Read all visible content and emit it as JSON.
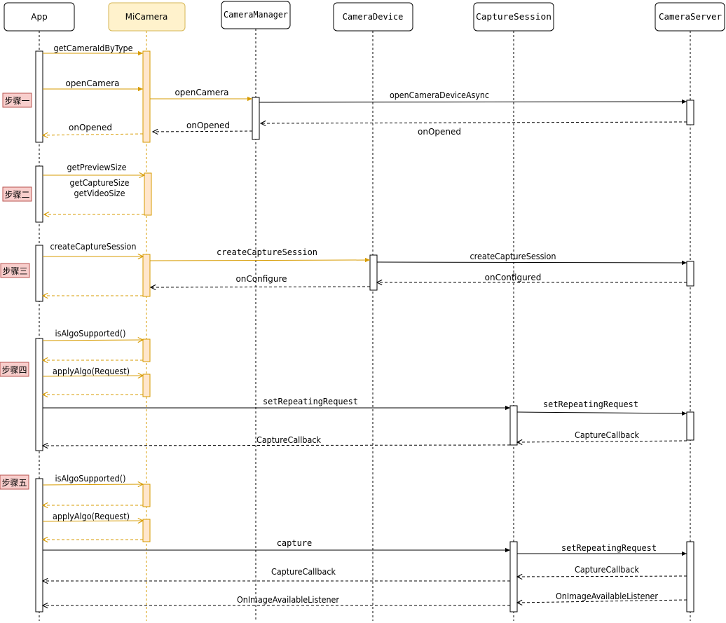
{
  "participants": [
    {
      "id": "app",
      "label": "App"
    },
    {
      "id": "micamera",
      "label": "MiCamera"
    },
    {
      "id": "cameramanager",
      "label": "CameraManager"
    },
    {
      "id": "cameradevice",
      "label": "CameraDevice"
    },
    {
      "id": "capturesession",
      "label": "CaptureSession"
    },
    {
      "id": "cameraserver",
      "label": "CameraServer"
    }
  ],
  "steps": [
    {
      "id": "step1",
      "label": "步骤一"
    },
    {
      "id": "step2",
      "label": "步骤二"
    },
    {
      "id": "step3",
      "label": "步骤三"
    },
    {
      "id": "step4",
      "label": "步骤四"
    },
    {
      "id": "step5",
      "label": "步骤五"
    }
  ],
  "messages": [
    {
      "id": "m1",
      "label": "getCameraIdByType"
    },
    {
      "id": "m2",
      "label": "openCamera"
    },
    {
      "id": "m3",
      "label": "openCamera"
    },
    {
      "id": "m4",
      "label": "openCameraDeviceAsync"
    },
    {
      "id": "m5",
      "label": "onOpened"
    },
    {
      "id": "m6",
      "label": "onOpened"
    },
    {
      "id": "m7",
      "label": "onOpened"
    },
    {
      "id": "m8",
      "label": "getPreviewSize"
    },
    {
      "id": "m9",
      "label": "getCaptureSize"
    },
    {
      "id": "m10",
      "label": "getVideoSize"
    },
    {
      "id": "m11",
      "label": ""
    },
    {
      "id": "m12",
      "label": "createCaptureSession"
    },
    {
      "id": "m13",
      "label": "createCaptureSession"
    },
    {
      "id": "m14",
      "label": "createCaptureSession"
    },
    {
      "id": "m15",
      "label": "onConfigured"
    },
    {
      "id": "m16",
      "label": "onConfigure"
    },
    {
      "id": "m17",
      "label": ""
    },
    {
      "id": "m18",
      "label": "isAlgoSupported()"
    },
    {
      "id": "m19",
      "label": ""
    },
    {
      "id": "m20",
      "label": "applyAlgo(Request)"
    },
    {
      "id": "m21",
      "label": ""
    },
    {
      "id": "m22",
      "label": "setRepeatingRequest"
    },
    {
      "id": "m23",
      "label": "setRepeatingRequest"
    },
    {
      "id": "m24",
      "label": "CaptureCallback"
    },
    {
      "id": "m25",
      "label": "CaptureCallback"
    },
    {
      "id": "m26",
      "label": "isAlgoSupported()"
    },
    {
      "id": "m27",
      "label": ""
    },
    {
      "id": "m28",
      "label": "applyAlgo(Request)"
    },
    {
      "id": "m29",
      "label": ""
    },
    {
      "id": "m30",
      "label": "capture"
    },
    {
      "id": "m31",
      "label": "setRepeatingRequest"
    },
    {
      "id": "m32",
      "label": "CaptureCallback"
    },
    {
      "id": "m33",
      "label": "CaptureCallback"
    },
    {
      "id": "m34",
      "label": "OnImageAvailableListener"
    },
    {
      "id": "m35",
      "label": "OnImageAvailableListener"
    }
  ],
  "colors": {
    "black": "#000000",
    "orange": "#D79B00",
    "orange_fill": "#FFE6CC",
    "micamera_header_fill": "#FFF2CC",
    "micamera_header_stroke": "#D6B656",
    "step_fill": "#F8CECC",
    "step_stroke": "#B85450"
  }
}
